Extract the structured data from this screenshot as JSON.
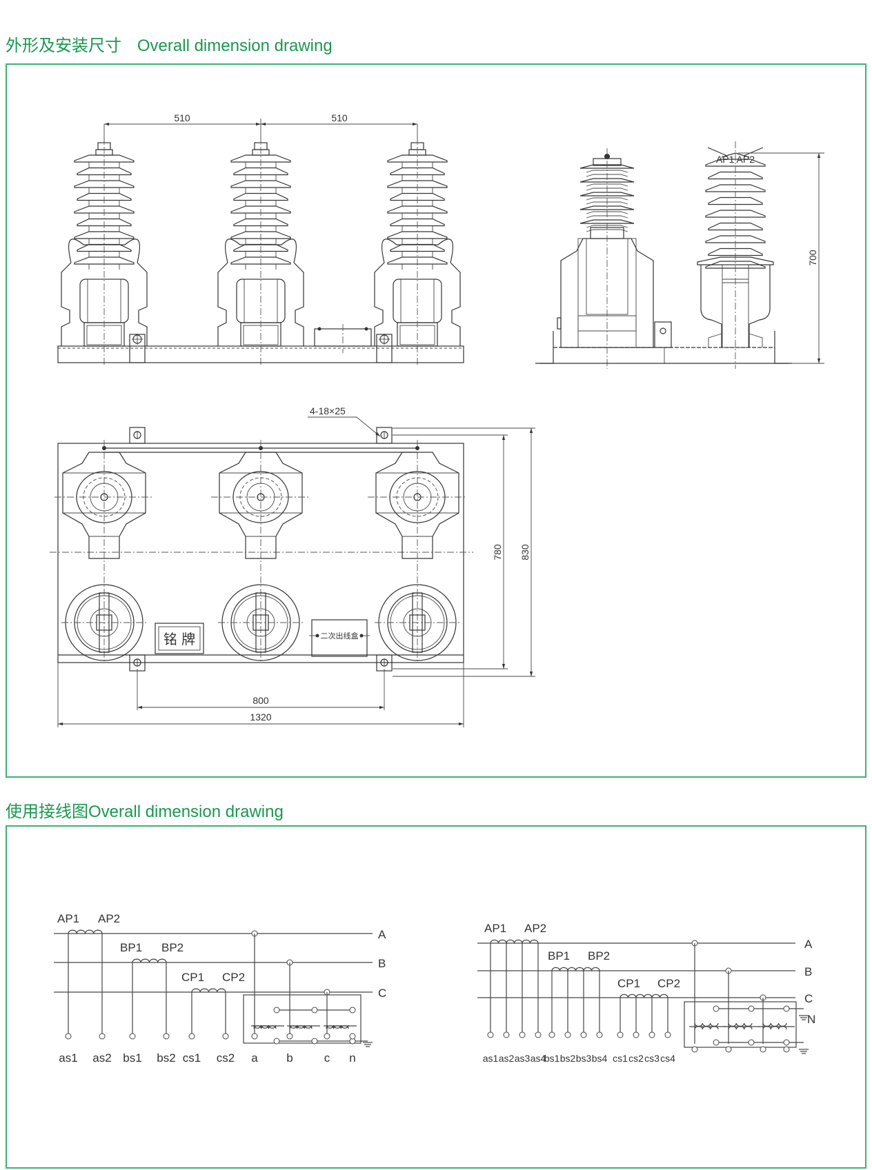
{
  "sections": [
    {
      "title_cn": "外形及安装尺寸",
      "title_en": "Overall dimension drawing",
      "front_view": {
        "pitch_labels": [
          "510",
          "510"
        ],
        "phase_count": 3
      },
      "side_view": {
        "terminal_label": "AP1 AP2",
        "height_label": "700"
      },
      "top_view": {
        "hole_spec": "4-18×25",
        "width_inner": "800",
        "width_outer": "1320",
        "depth_inner": "780",
        "depth_outer": "830",
        "nameplate_label": "铭 牌",
        "secondary_box_label": "二次出线盒"
      }
    },
    {
      "title_cn": "使用接线图",
      "title_en": "Overall dimension drawing",
      "wiring_left": {
        "bus_labels": [
          "A",
          "B",
          "C"
        ],
        "primary_labels": [
          "AP1",
          "AP2",
          "BP1",
          "BP2",
          "CP1",
          "CP2"
        ],
        "terminal_labels": [
          "as1",
          "as2",
          "bs1",
          "bs2",
          "cs1",
          "cs2",
          "a",
          "b",
          "c",
          "n"
        ]
      },
      "wiring_right": {
        "bus_labels": [
          "A",
          "B",
          "C"
        ],
        "neutral_label": "N",
        "primary_labels": [
          "AP1",
          "AP2",
          "BP1",
          "BP2",
          "CP1",
          "CP2"
        ],
        "terminal_labels": [
          "as1",
          "as2",
          "as3",
          "as4",
          "bs1",
          "bs2",
          "bs3",
          "bs4",
          "cs1",
          "cs2",
          "cs3",
          "cs4"
        ]
      }
    }
  ],
  "colors": {
    "accent": "#1a9850",
    "border": "#3cb371",
    "line": "#333333"
  }
}
